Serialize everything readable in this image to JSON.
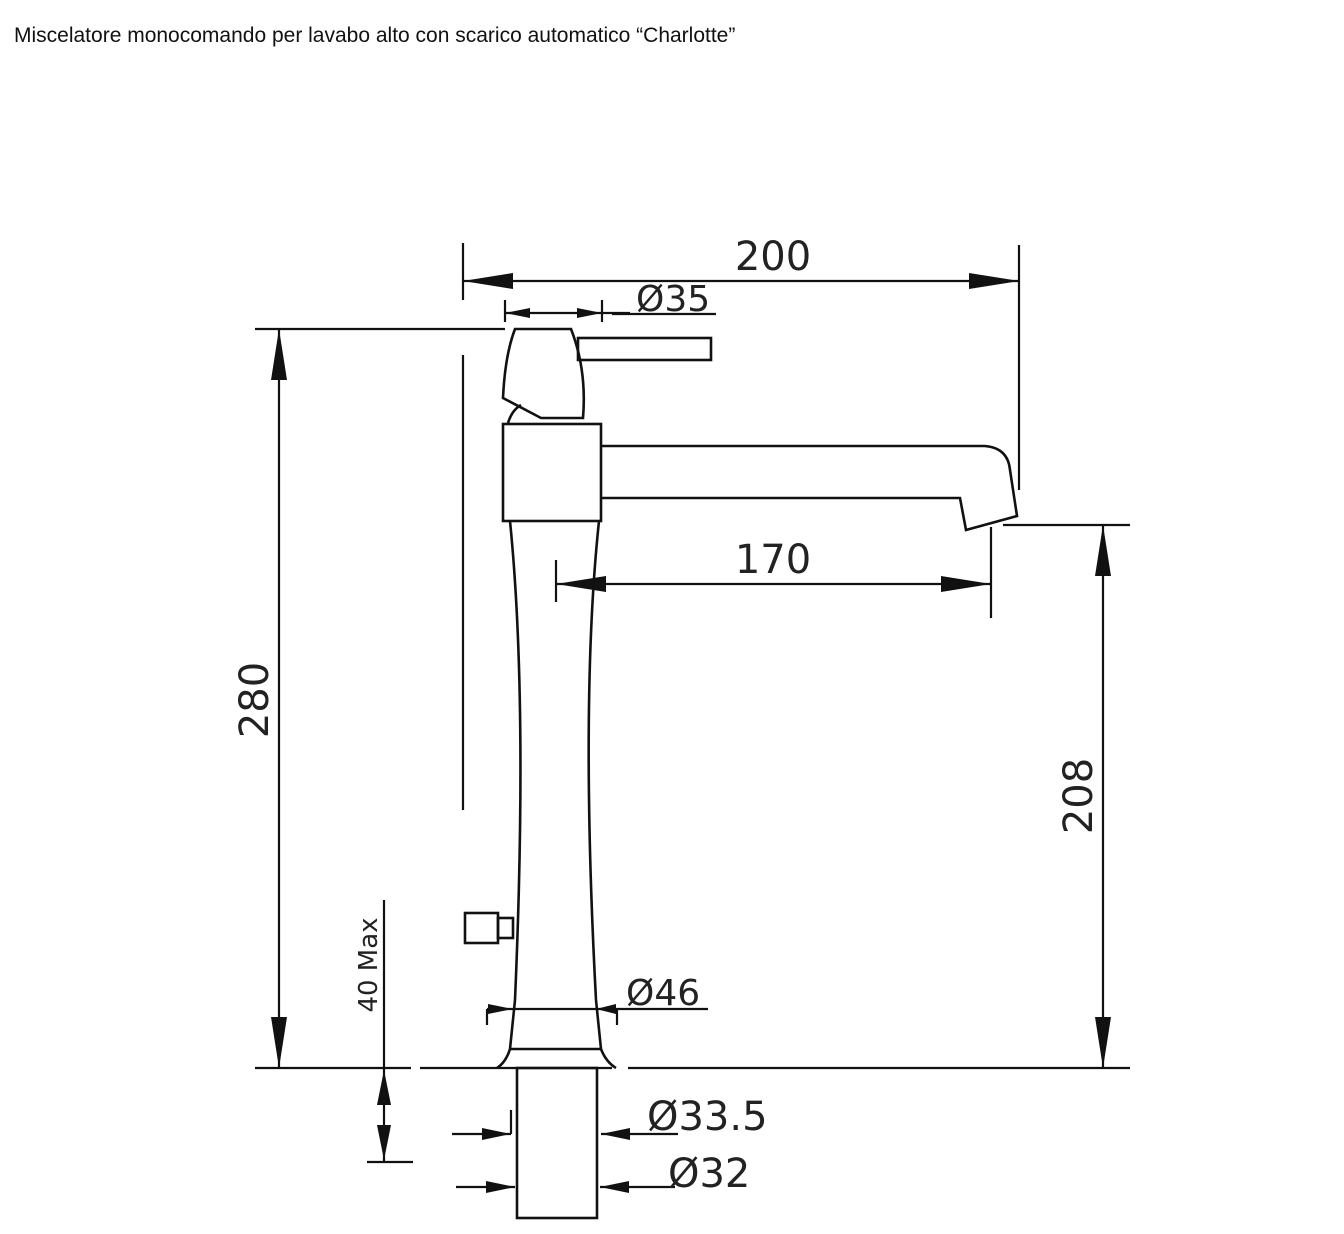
{
  "title": "Miscelatore monocomando per lavabo alto con scarico automatico “Charlotte”",
  "dimensions": {
    "total_reach": "200",
    "handle_diameter": "Ø35",
    "spout_reach": "170",
    "total_height": "280",
    "spout_height": "208",
    "max_counter_thickness": "40 Max",
    "base_diameter": "Ø46",
    "shank_outer_diameter": "Ø33.5",
    "shank_inner_diameter": "Ø32"
  }
}
